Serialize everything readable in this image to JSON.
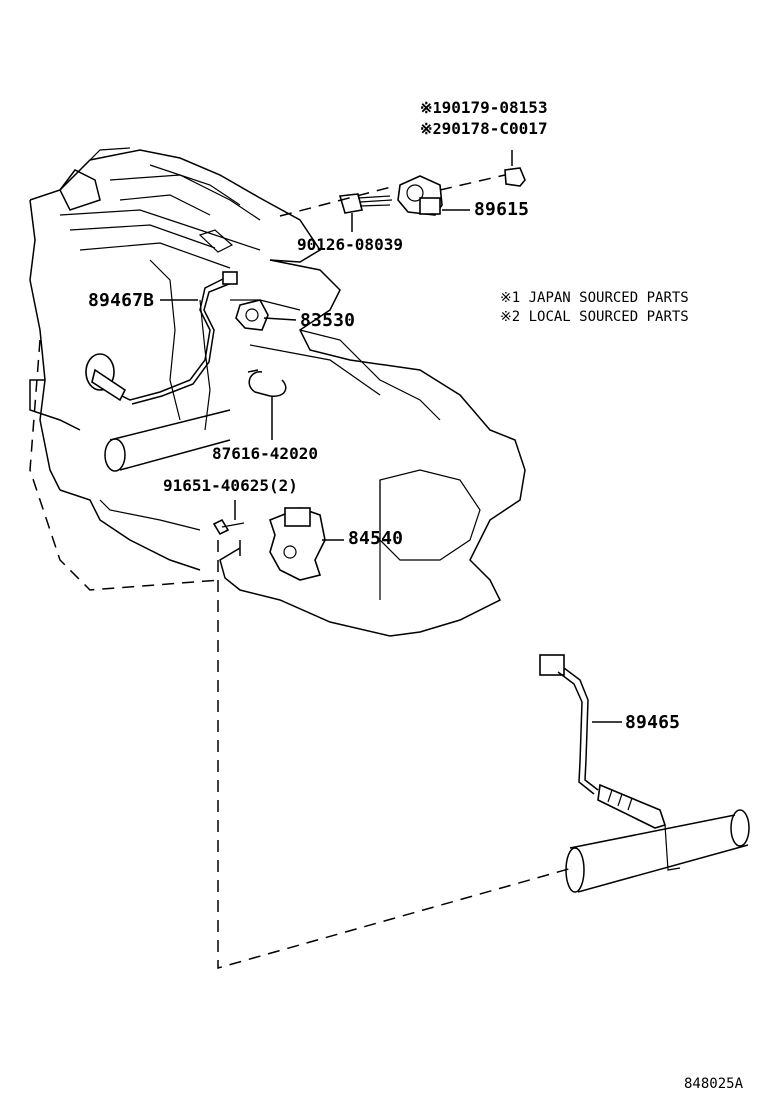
{
  "callouts": {
    "bolt_japan": "90179-08153",
    "bolt_local": "90178-C0017",
    "bolt_japan_mark": "※1",
    "bolt_local_mark": "※2",
    "knock_sensor": "89615",
    "stud_bolt": "90126-08039",
    "oxygen_sensor_upper": "89467B",
    "oil_pressure_switch": "83530",
    "clamp": "87616-42020",
    "bolt_qty": "91651-40625(2)",
    "neutral_switch": "84540",
    "oxygen_sensor_lower": "89465"
  },
  "notes": {
    "japan": "※1 JAPAN SOURCED PARTS",
    "local": "※2 LOCAL SOURCED PARTS"
  },
  "diagram_id": "848025A"
}
